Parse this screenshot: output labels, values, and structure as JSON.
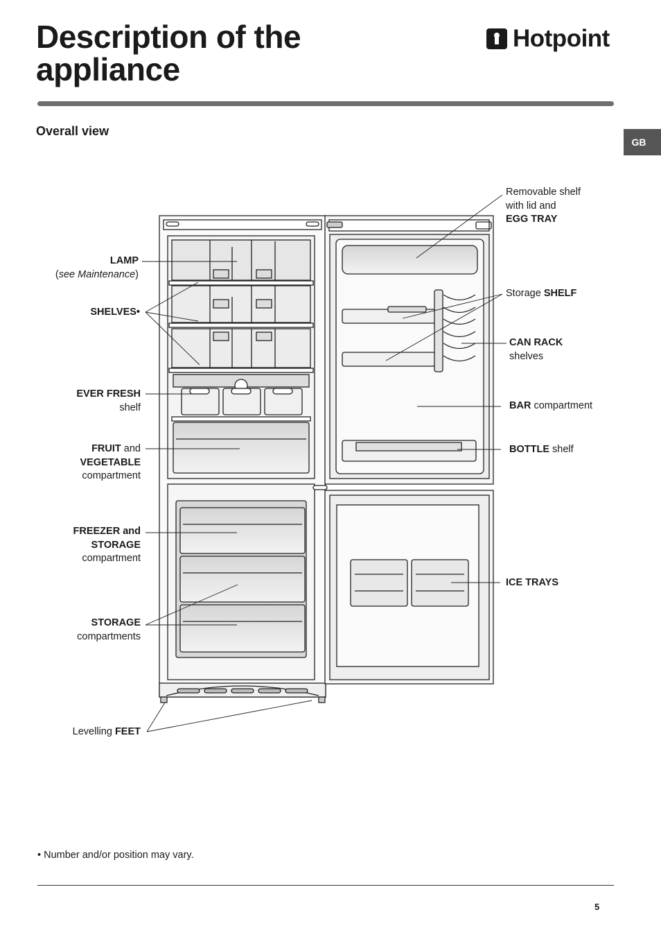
{
  "page": {
    "title_line1": "Description of the",
    "title_line2": "appliance",
    "brand": "Hotpoint",
    "section_title": "Overall view",
    "language_tab": "GB",
    "footnote": "• Number and/or position may vary.",
    "page_number": "5"
  },
  "labels": {
    "lamp_bold": "LAMP",
    "lamp_open": "(",
    "lamp_italic": "see Maintenance",
    "lamp_close": ")",
    "shelves_bold": "SHELVES•",
    "ever_fresh_bold": "EVER FRESH",
    "ever_fresh_normal": "shelf",
    "fruit_bold": "FRUIT",
    "fruit_normal": " and",
    "vegetable_bold": "VEGETABLE",
    "fruit_line3": "compartment",
    "freezer_bold1": "FREEZER and",
    "freezer_bold2": "STORAGE",
    "freezer_line3": "compartment",
    "storage_bold": "STORAGE",
    "storage_normal": "compartments",
    "feet_normal": "Levelling ",
    "feet_bold": "FEET",
    "egg_line1": "Removable shelf",
    "egg_line2": "with lid and",
    "egg_bold": "EGG TRAY",
    "storage_shelf_normal": "Storage ",
    "storage_shelf_bold": "SHELF",
    "can_rack_bold": "CAN RACK",
    "can_rack_normal": "shelves",
    "bar_bold": "BAR",
    "bar_normal": " compartment",
    "bottle_bold": "BOTTLE",
    "bottle_normal": " shelf",
    "ice_trays_bold": "ICE TRAYS"
  },
  "colors": {
    "text": "#1a1a1a",
    "rule": "#6e6e6e",
    "language_tab_bg": "#555555",
    "drawing_line": "#222222",
    "drawing_fill": "#e2e2e2"
  },
  "icons": {
    "brand_logo": "hotpoint-logo-icon"
  }
}
